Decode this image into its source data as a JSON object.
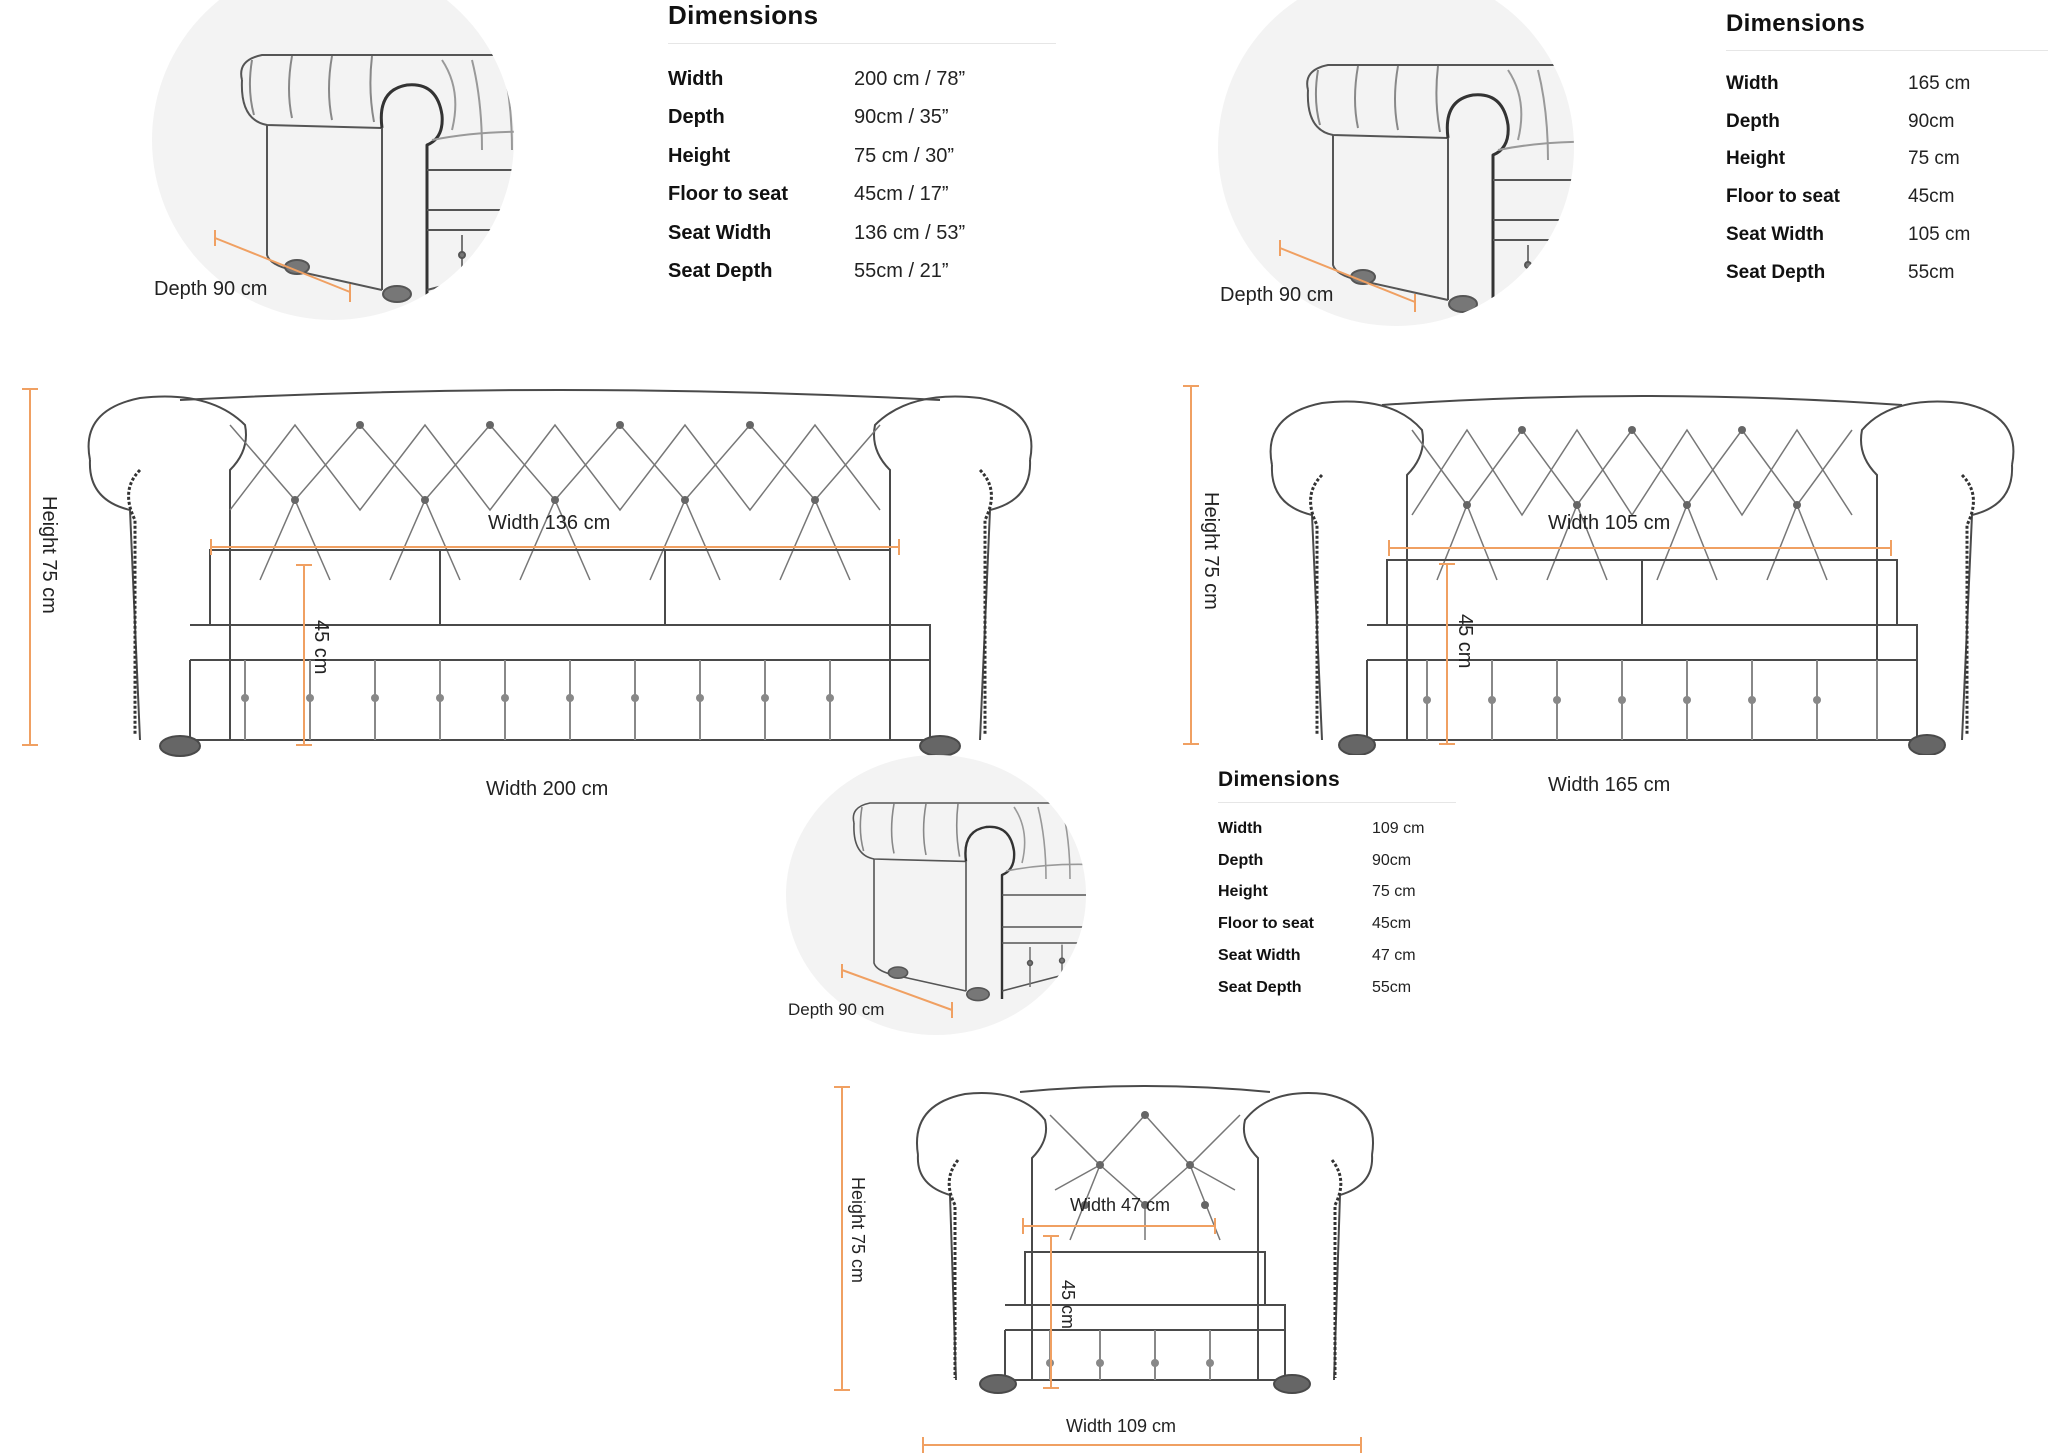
{
  "accent_color": "#f0a062",
  "sofa_3_seater": {
    "depth_label": "Depth 90 cm",
    "height_label": "Height 75 cm",
    "seat_width_label": "Width 136 cm",
    "floor_to_seat_label": "45 cm",
    "overall_width_label": "Width 200 cm",
    "specs": {
      "title": "Dimensions",
      "rows": [
        {
          "label": "Width",
          "value": "200 cm / 78”"
        },
        {
          "label": "Depth",
          "value": "90cm / 35”"
        },
        {
          "label": "Height",
          "value": "75 cm / 30”"
        },
        {
          "label": "Floor to seat",
          "value": "45cm / 17”"
        },
        {
          "label": "Seat Width",
          "value": "136 cm / 53”"
        },
        {
          "label": "Seat Depth",
          "value": "55cm / 21”"
        }
      ]
    }
  },
  "sofa_2_seater": {
    "depth_label": "Depth 90 cm",
    "height_label": "Height 75 cm",
    "seat_width_label": "Width 105 cm",
    "floor_to_seat_label": "45 cm",
    "overall_width_label": "Width 165 cm",
    "specs": {
      "title": "Dimensions",
      "rows": [
        {
          "label": "Width",
          "value": "165 cm"
        },
        {
          "label": "Depth",
          "value": "90cm"
        },
        {
          "label": "Height",
          "value": "75 cm"
        },
        {
          "label": "Floor to seat",
          "value": "45cm"
        },
        {
          "label": "Seat Width",
          "value": "105 cm"
        },
        {
          "label": "Seat Depth",
          "value": "55cm"
        }
      ]
    }
  },
  "armchair": {
    "depth_label": "Depth 90 cm",
    "height_label": "Height 75 cm",
    "seat_width_label": "Width 47 cm",
    "floor_to_seat_label": "45 cm",
    "overall_width_label": "Width 109 cm",
    "specs": {
      "title": "Dimensions",
      "rows": [
        {
          "label": "Width",
          "value": "109 cm"
        },
        {
          "label": "Depth",
          "value": "90cm"
        },
        {
          "label": "Height",
          "value": "75 cm"
        },
        {
          "label": "Floor to seat",
          "value": "45cm"
        },
        {
          "label": "Seat Width",
          "value": "47 cm"
        },
        {
          "label": "Seat Depth",
          "value": "55cm"
        }
      ]
    }
  }
}
